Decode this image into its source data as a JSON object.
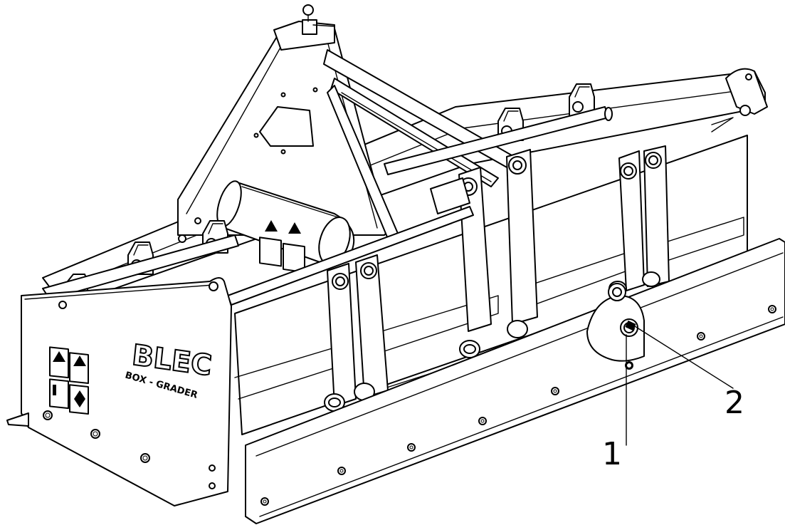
{
  "drawing": {
    "brand_text": "BLEC",
    "model_text": "BOX - GRADER"
  },
  "callouts": [
    {
      "label": "1"
    },
    {
      "label": "2"
    }
  ],
  "icons": [
    "warning-decal-icon",
    "pto-warning-icon",
    "manual-icon"
  ]
}
